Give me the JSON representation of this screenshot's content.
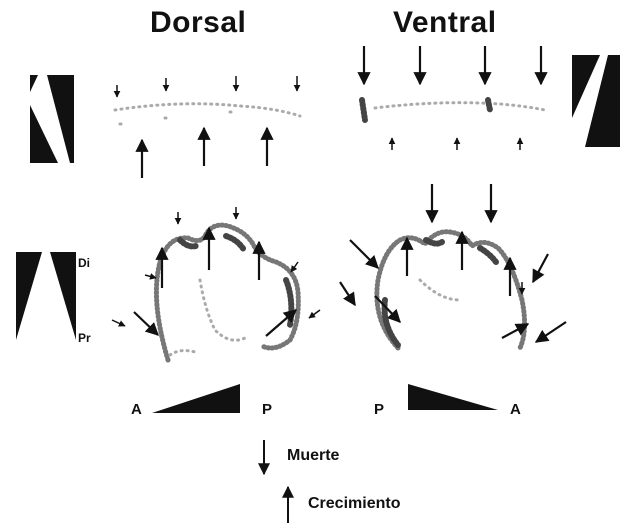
{
  "titles": {
    "dorsal": "Dorsal",
    "ventral": "Ventral"
  },
  "axis_labels": {
    "distal": "Di",
    "proximal": "Pr"
  },
  "dorsal_gradient": {
    "left": "A",
    "right": "P"
  },
  "ventral_gradient": {
    "left": "P",
    "right": "A"
  },
  "legend": {
    "death": "Muerte",
    "growth": "Crecimiento"
  },
  "colors": {
    "ink": "#111111",
    "stipple": "#777777"
  }
}
